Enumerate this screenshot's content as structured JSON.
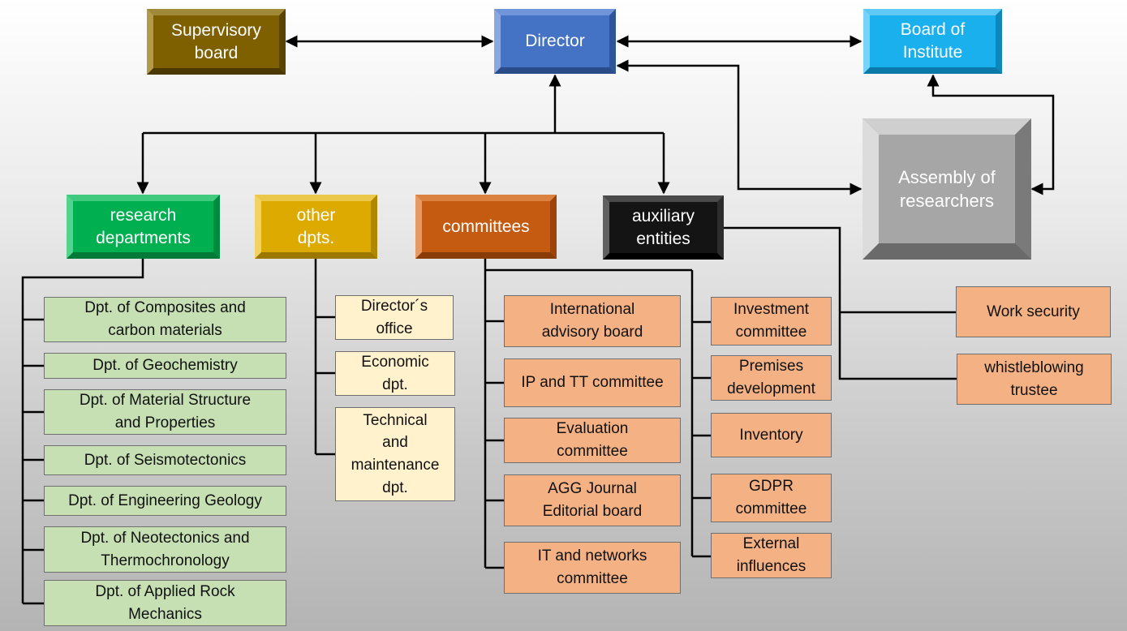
{
  "top": {
    "supervisory_board": "Supervisory\nboard",
    "director": "Director",
    "board_of_institute": "Board of\nInstitute",
    "assembly_of_researchers": "Assembly of\nresearchers"
  },
  "categories": {
    "research": "research\ndepartments",
    "other": "other\ndpts.",
    "committees": "committees",
    "auxiliary": "auxiliary\nentities"
  },
  "research_departments": [
    "Dpt. of Composites and\ncarbon materials",
    "Dpt. of Geochemistry",
    "Dpt. of Material Structure\nand Properties",
    "Dpt. of Seismotectonics",
    "Dpt. of Engineering Geology",
    "Dpt. of Neotectonics and\nThermochronology",
    "Dpt. of Applied Rock\nMechanics"
  ],
  "other_departments": [
    "Director´s\noffice",
    "Economic\ndpt.",
    "Technical\nand\nmaintenance\ndpt."
  ],
  "committees_left": [
    "International\nadvisory board",
    "IP and TT committee",
    "Evaluation\ncommittee",
    "AGG Journal\nEditorial board",
    "IT and networks\ncommittee"
  ],
  "committees_right": [
    "Investment\ncommittee",
    "Premises\ndevelopment",
    "Inventory",
    "GDPR\ncommittee",
    "External\ninfluences"
  ],
  "auxiliary_entities": [
    "Work security",
    "whistleblowing\ntrustee"
  ],
  "colors": {
    "supervisory": "#7f6000",
    "director": "#4472c4",
    "board": "#1ab0ee",
    "assembly": "#a6a6a6",
    "research": "#00b050",
    "other": "#dcaa00",
    "committees": "#c55a11",
    "auxiliary": "#141414",
    "research_item": "#c6e0b4",
    "other_item": "#fff2cc",
    "committee_item": "#f4b183"
  }
}
